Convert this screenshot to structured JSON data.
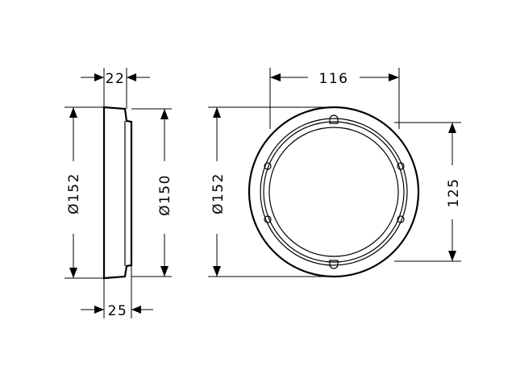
{
  "side_view": {
    "dim_top": "22",
    "dim_bottom": "25",
    "dim_left": "Ø152",
    "dim_right": "Ø150"
  },
  "front_view": {
    "dim_top": "116",
    "dim_left": "Ø152",
    "dim_right": "125"
  }
}
